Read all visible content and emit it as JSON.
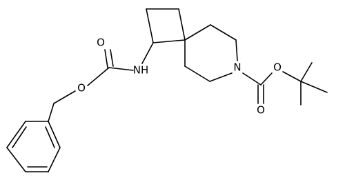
{
  "molecule": {
    "atom_labels": {
      "carbamate_oxygen_carbonyl": "O",
      "carbamate_oxygen_ester": "O",
      "carbamate_nh": "NH",
      "ring_nitrogen": "N",
      "boc_oxygen_ester": "O",
      "boc_oxygen_carbonyl": "O"
    },
    "colors": {
      "bond": "#000000",
      "label": "#000000",
      "background": "#ffffff"
    }
  }
}
